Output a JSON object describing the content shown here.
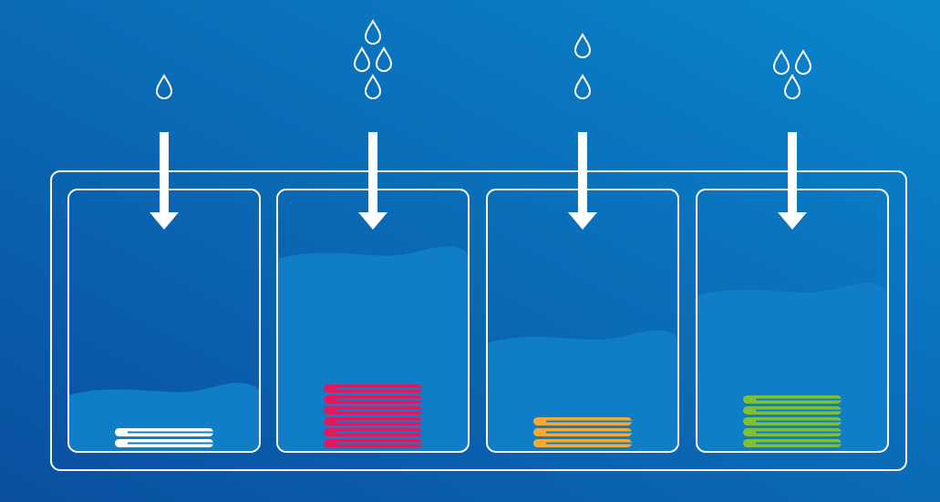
{
  "colors": {
    "bg_dark": "#0a4fa0",
    "bg_light": "#0a86cc",
    "water": "#0f7ec6",
    "outline": "#ffffff"
  },
  "icons": {
    "drop": "water-drop-icon",
    "arrow": "arrow-down-icon",
    "towel": "folded-towel-icon"
  },
  "bins": [
    {
      "drops": 1,
      "towels": 2,
      "towel_color": "#ffffff",
      "water_level": 0.24
    },
    {
      "drops": 4,
      "towels": 6,
      "towel_color": "#e3175f",
      "water_level": 0.76
    },
    {
      "drops": 2,
      "towels": 3,
      "towel_color": "#f7a937",
      "water_level": 0.44
    },
    {
      "drops": 3,
      "towels": 5,
      "towel_color": "#7cbf3a",
      "water_level": 0.62
    }
  ]
}
